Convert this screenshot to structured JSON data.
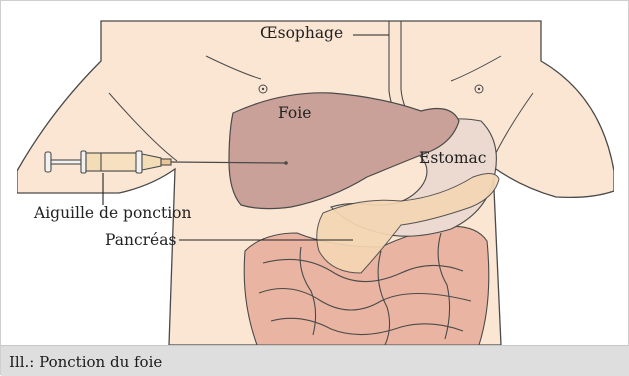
{
  "labels": {
    "esophagus": "Œsophage",
    "liver": "Foie",
    "stomach": "Estomac",
    "needle": "Aiguille de ponction",
    "pancreas": "Pancréas"
  },
  "caption": "Ill.: Ponction du foie",
  "colors": {
    "skin": "#fbe6d3",
    "liver": "#c9a198",
    "stomach": "#ecdad0",
    "pancreas": "#f4d6b3",
    "intestine": "#e9b5a2",
    "outline": "#4a4a4a",
    "caption_bg": "#dedede"
  }
}
